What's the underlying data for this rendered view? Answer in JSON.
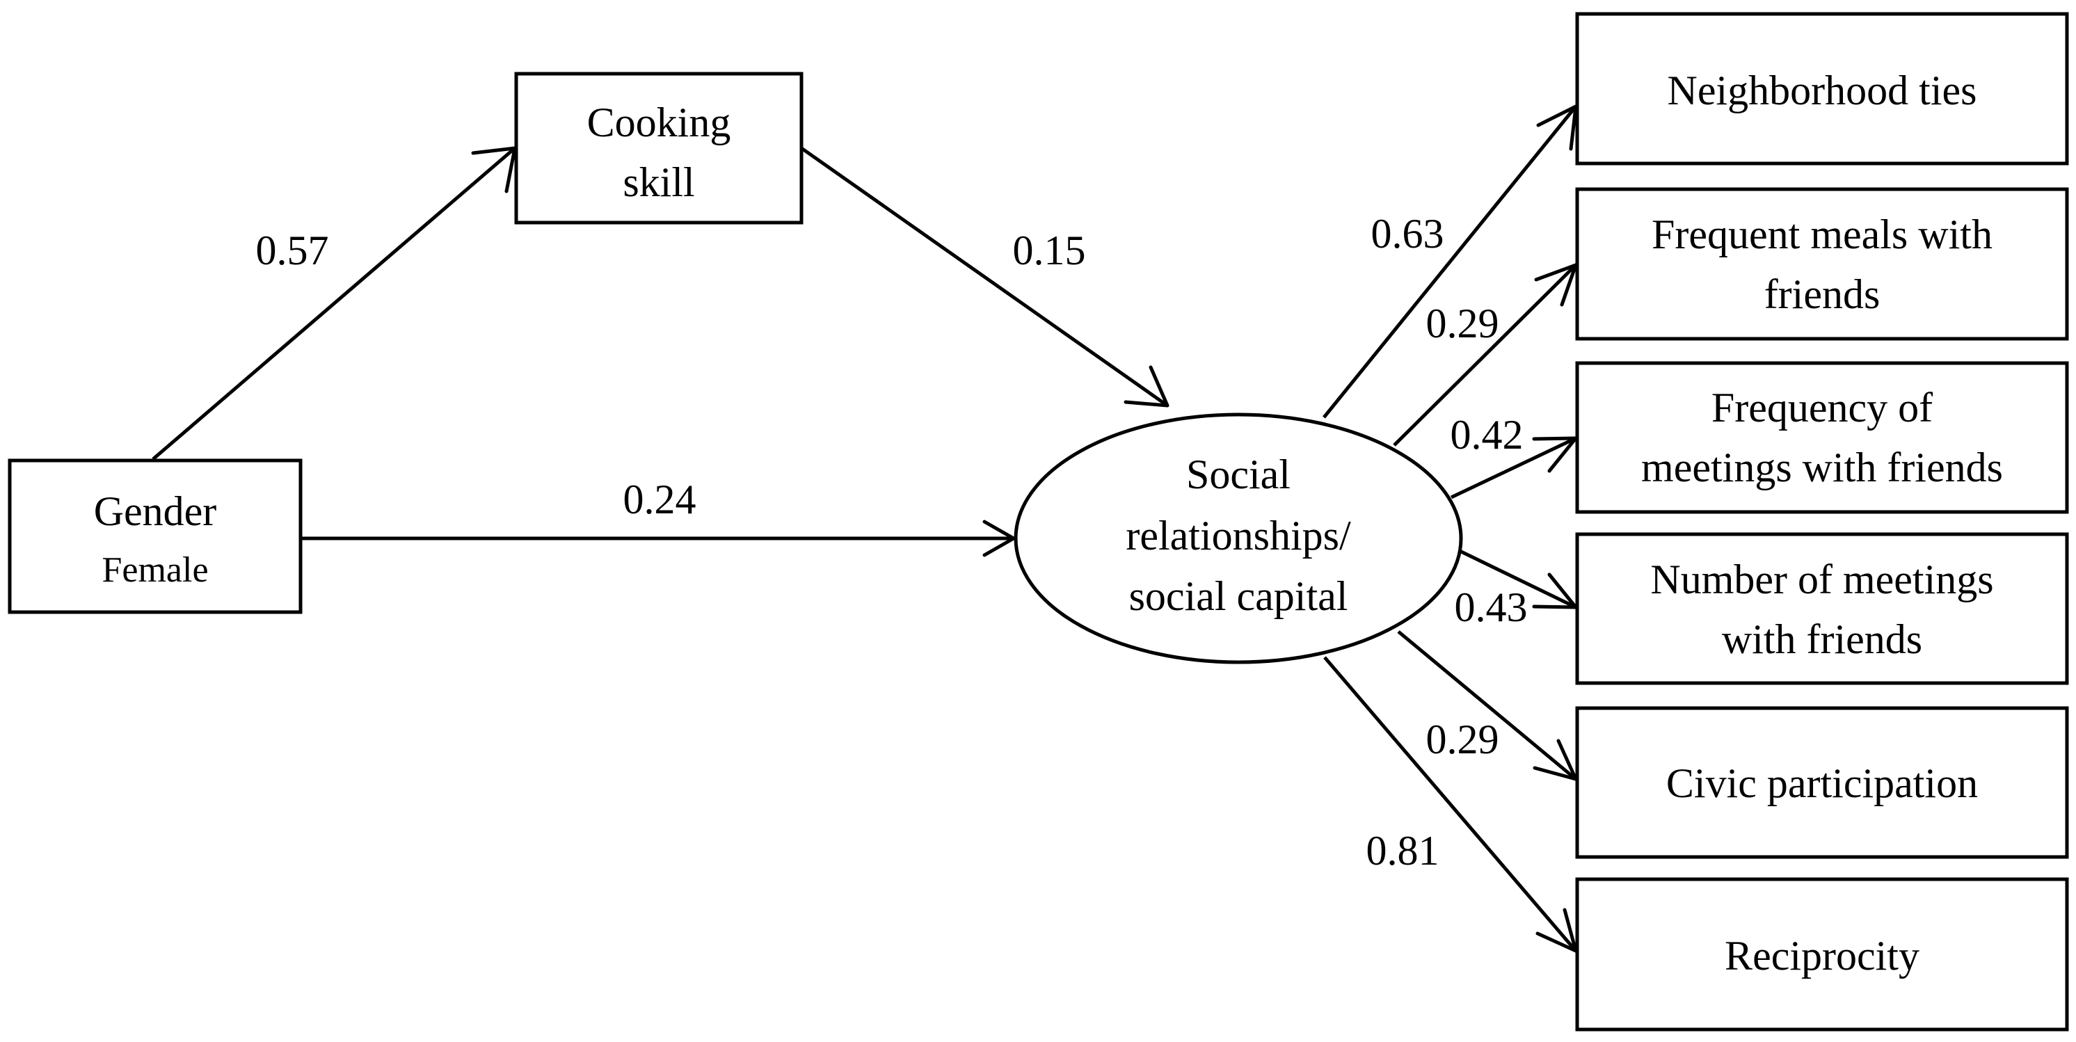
{
  "nodes": {
    "gender": {
      "label": "Gender",
      "sublabel": "Female"
    },
    "cooking": {
      "line1": "Cooking",
      "line2": "skill"
    },
    "social": {
      "line1": "Social",
      "line2": "relationships/",
      "line3": "social capital"
    },
    "neighborhood": {
      "line1": "Neighborhood ties"
    },
    "meals": {
      "line1": "Frequent meals with",
      "line2": "friends"
    },
    "frequency": {
      "line1": "Frequency of",
      "line2": "meetings with friends"
    },
    "number": {
      "line1": "Number of meetings",
      "line2": "with friends"
    },
    "civic": {
      "line1": "Civic participation"
    },
    "reciprocity": {
      "line1": "Reciprocity"
    }
  },
  "paths": {
    "gender_to_cooking": "0.57",
    "cooking_to_social": "0.15",
    "gender_to_social": "0.24",
    "social_to_neighborhood": "0.63",
    "social_to_meals": "0.29",
    "social_to_frequency": "0.42",
    "social_to_number": "0.43",
    "social_to_civic": "0.29",
    "social_to_reciprocity": "0.81"
  }
}
